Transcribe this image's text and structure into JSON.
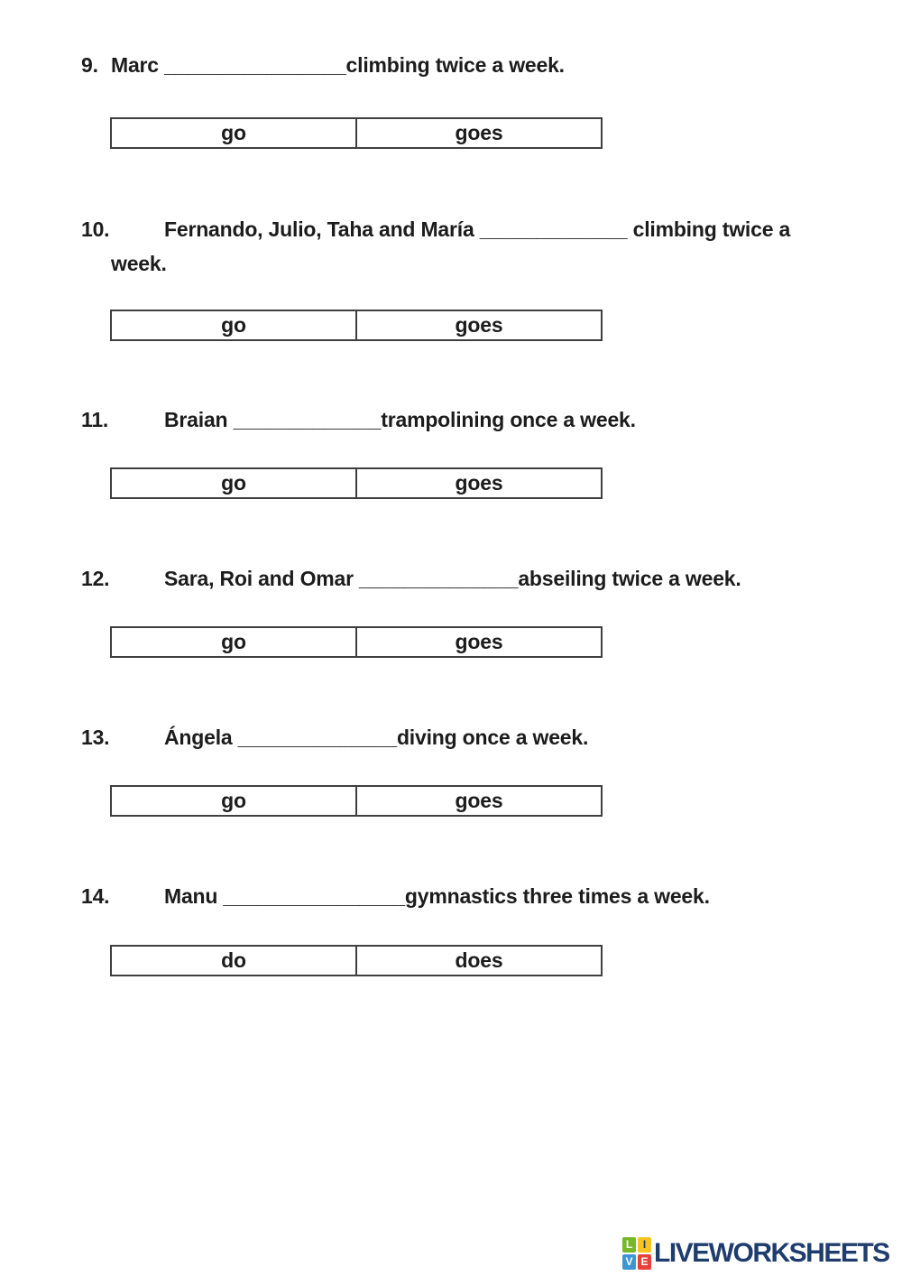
{
  "page": {
    "background_color": "#ffffff",
    "text_color": "#1c1c1c",
    "table_border_color": "#3f3f3f"
  },
  "questions": [
    {
      "number": "9.",
      "line1": "Marc ________________climbing twice a week.",
      "line2": "",
      "options": [
        "go",
        "goes"
      ]
    },
    {
      "number": "10.",
      "line1": "Fernando, Julio, Taha and María _____________ climbing twice a",
      "line2": "week.",
      "options": [
        "go",
        "goes"
      ]
    },
    {
      "number": "11.",
      "line1": "Braian _____________trampolining once a week.",
      "line2": "",
      "options": [
        "go",
        "goes"
      ]
    },
    {
      "number": "12.",
      "line1": "Sara, Roi and Omar ______________abseiling twice a week.",
      "line2": "",
      "options": [
        "go",
        "goes"
      ]
    },
    {
      "number": "13.",
      "line1": "Ángela ______________diving once a week.",
      "line2": "",
      "options": [
        "go",
        "goes"
      ]
    },
    {
      "number": "14.",
      "line1": "Manu ________________gymnastics three times a week.",
      "line2": "",
      "options": [
        "do",
        "does"
      ]
    }
  ],
  "footer": {
    "brand": "LIVEWORKSHEETS",
    "brand_color": "#1e3d6e",
    "logo": [
      {
        "letter": "L",
        "bg": "#76b82a",
        "fg": "#ffffff"
      },
      {
        "letter": "I",
        "bg": "#f9c31f",
        "fg": "#1e3d6e"
      },
      {
        "letter": "V",
        "bg": "#3d96d2",
        "fg": "#ffffff"
      },
      {
        "letter": "E",
        "bg": "#e8413c",
        "fg": "#ffffff"
      }
    ]
  }
}
